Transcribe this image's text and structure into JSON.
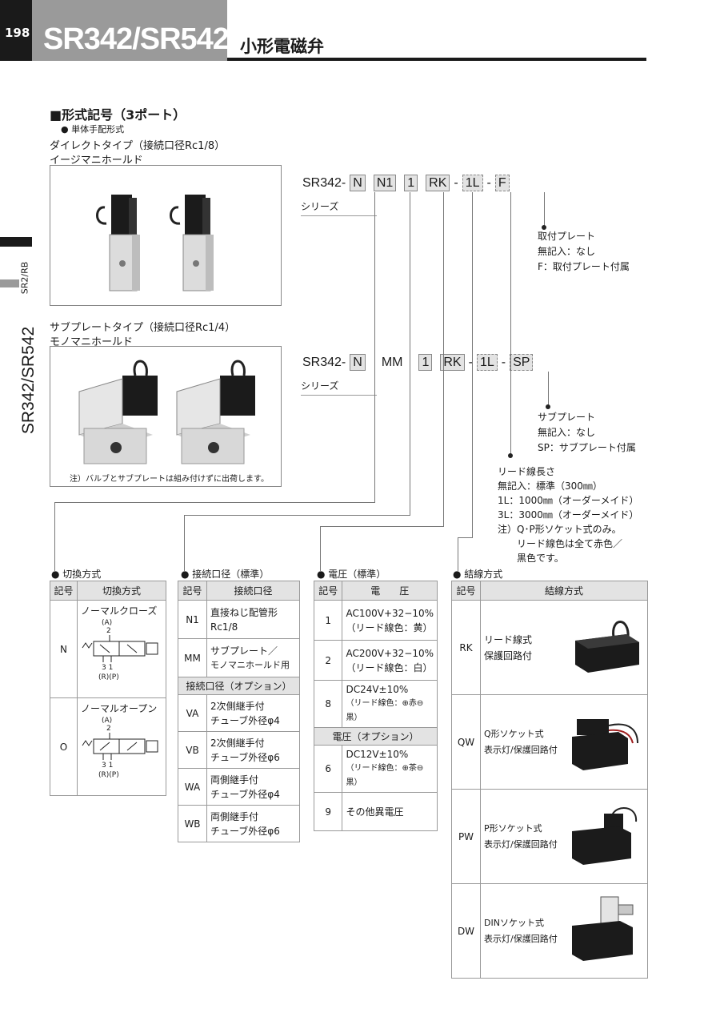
{
  "header": {
    "page_number": "198",
    "model": "SR342/SR542",
    "title": "小形電磁弁"
  },
  "side_tab": {
    "small": "SR2/RB",
    "large": "SR342/SR542"
  },
  "section": {
    "title": "■形式記号（3ポート）",
    "bullet": "● 単体手配形式"
  },
  "direct": {
    "line1": "ダイレクトタイプ（接続口径Rc1/8）",
    "line2": "イージマニホールド",
    "code": {
      "prefix": "SR342-",
      "c1": "N",
      "c2": "N1",
      "c3": "1",
      "c4": "RK",
      "sep1": "-",
      "c5": "1L",
      "sep2": "-",
      "c6": "F"
    },
    "series": "シリーズ",
    "plate_title": "取付プレート",
    "plate_opt1": "無記入：なし",
    "plate_opt2": "F：取付プレート付属"
  },
  "subplate": {
    "line1": "サブプレートタイプ（接続口径Rc1/4）",
    "line2": "モノマニホールド",
    "code": {
      "prefix": "SR342-",
      "c1": "N",
      "c2": "MM",
      "c3": "1",
      "c4": "RK",
      "sep1": "-",
      "c5": "1L",
      "sep2": "-",
      "c6": "SP"
    },
    "series": "シリーズ",
    "sp_title": "サブプレート",
    "sp_opt1": "無記入：なし",
    "sp_opt2": "SP：サブプレート付属",
    "note": "注）バルブとサブプレートは組み付けずに出荷します。"
  },
  "lead": {
    "title": "リード線長さ",
    "l1": "無記入：標準（300㎜）",
    "l2": "1L：1000㎜（オーダーメイド）",
    "l3": "3L：3000㎜（オーダーメイド）",
    "l4": "注）Q･P形ソケット式のみ。",
    "l5": "リード線色は全て赤色／",
    "l6": "黒色です。"
  },
  "switching": {
    "title": "● 切換方式",
    "h_sym": "記号",
    "h_name": "切換方式",
    "rows": [
      {
        "sym": "N",
        "name": "ノーマルクローズ",
        "a": "(A)",
        "two": "2",
        "ports": "3 1",
        "rp": "(R)(P)"
      },
      {
        "sym": "O",
        "name": "ノーマルオープン",
        "a": "(A)",
        "two": "2",
        "ports": "3 1",
        "rp": "(R)(P)"
      }
    ]
  },
  "port": {
    "title": "● 接続口径（標準）",
    "h_sym": "記号",
    "h_name": "接続口径",
    "rows": [
      {
        "sym": "N1",
        "l1": "直接ねじ配管形",
        "l2": "Rc1/8"
      },
      {
        "sym": "MM",
        "l1": "サブプレート／",
        "l2": "モノマニホールド用"
      }
    ],
    "opt_title": "接続口径（オプション）",
    "opt_rows": [
      {
        "sym": "VA",
        "l1": "2次側継手付",
        "l2": "チューブ外径φ4"
      },
      {
        "sym": "VB",
        "l1": "2次側継手付",
        "l2": "チューブ外径φ6"
      },
      {
        "sym": "WA",
        "l1": "両側継手付",
        "l2": "チューブ外径φ4"
      },
      {
        "sym": "WB",
        "l1": "両側継手付",
        "l2": "チューブ外径φ6"
      }
    ]
  },
  "voltage": {
    "title": "● 電圧（標準）",
    "h_sym": "記号",
    "h_name": "電　　圧",
    "rows": [
      {
        "sym": "1",
        "l1": "AC100V+32−10%",
        "l2": "（リード線色：黄）"
      },
      {
        "sym": "2",
        "l1": "AC200V+32−10%",
        "l2": "（リード線色：白）"
      },
      {
        "sym": "8",
        "l1": "DC24V±10%",
        "l2": "（リード線色：⊕赤⊖黒）"
      }
    ],
    "opt_title": "電圧（オプション）",
    "opt_rows": [
      {
        "sym": "6",
        "l1": "DC12V±10%",
        "l2": "（リード線色：⊕茶⊖黒）"
      },
      {
        "sym": "9",
        "l1": "その他異電圧",
        "l2": ""
      }
    ]
  },
  "wiring": {
    "title": "● 結線方式",
    "h_sym": "記号",
    "h_name": "結線方式",
    "rows": [
      {
        "sym": "RK",
        "l1": "リード線式",
        "l2": "保護回路付"
      },
      {
        "sym": "QW",
        "l1": "Q形ソケット式",
        "l2": "表示灯/保護回路付"
      },
      {
        "sym": "PW",
        "l1": "P形ソケット式",
        "l2": "表示灯/保護回路付"
      },
      {
        "sym": "DW",
        "l1": "DINソケット式",
        "l2": "表示灯/保護回路付"
      }
    ]
  }
}
